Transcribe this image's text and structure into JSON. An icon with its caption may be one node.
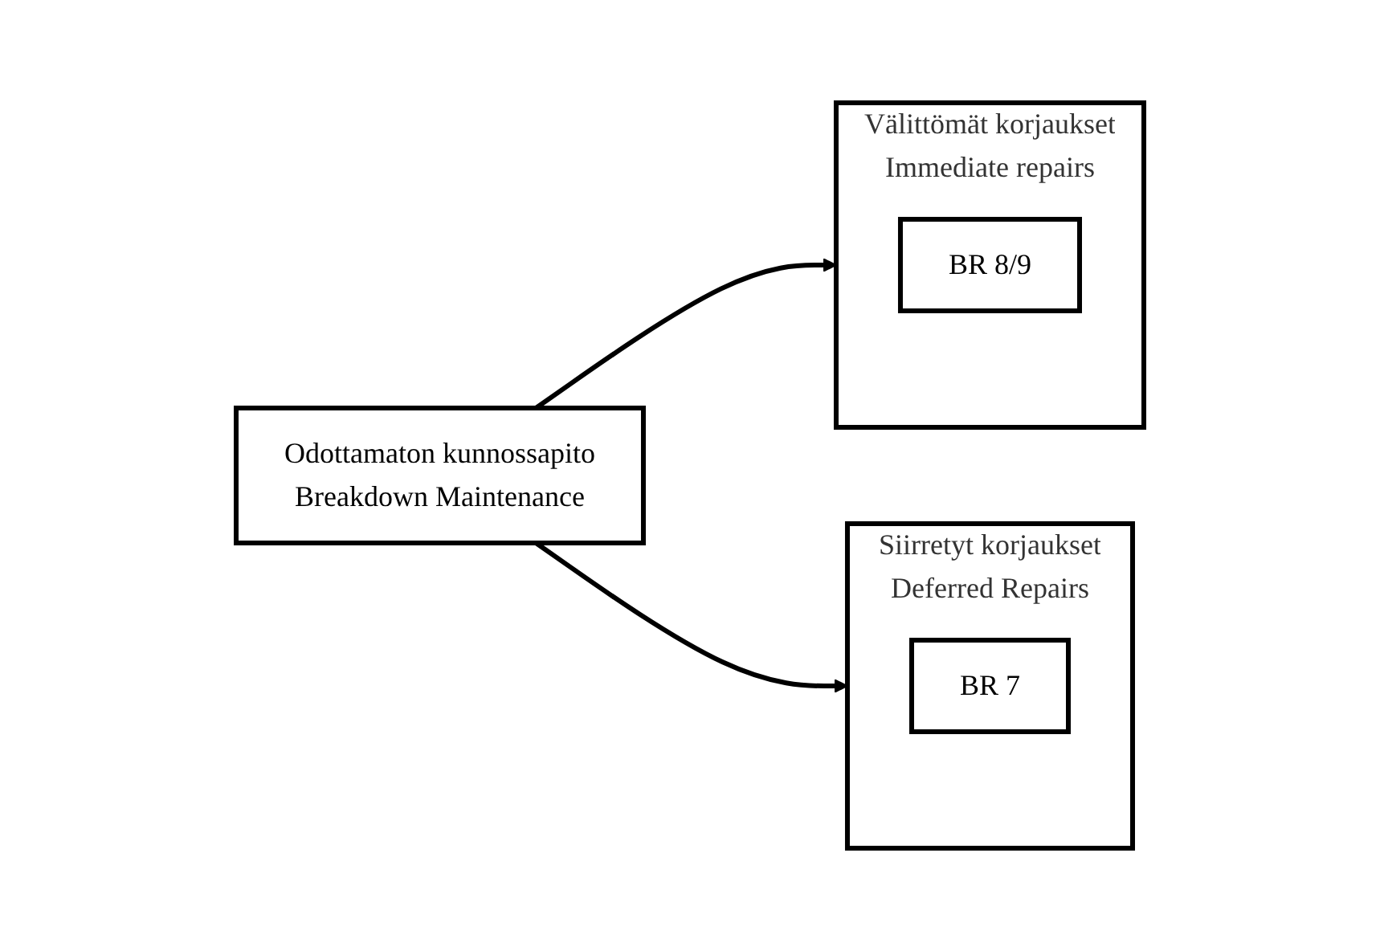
{
  "diagram": {
    "nodes": [
      {
        "text": [
          "Odottamaton kunnossapito",
          "Breakdown Maintenance"
        ]
      },
      {
        "text": [
          "Välittömät korjaukset",
          "Immediate repairs"
        ]
      },
      {
        "text": [
          "BR 8/9"
        ],
        "in": 1
      },
      {
        "text": [
          "Siirretyt korjaukset",
          "Deferred Repairs"
        ]
      },
      {
        "text": [
          "BR 7"
        ],
        "in": 3
      }
    ],
    "edges": [
      {
        "from": 0,
        "to": 1,
        "arrow": "to"
      },
      {
        "from": 0,
        "to": 3,
        "arrow": "to"
      }
    ]
  }
}
